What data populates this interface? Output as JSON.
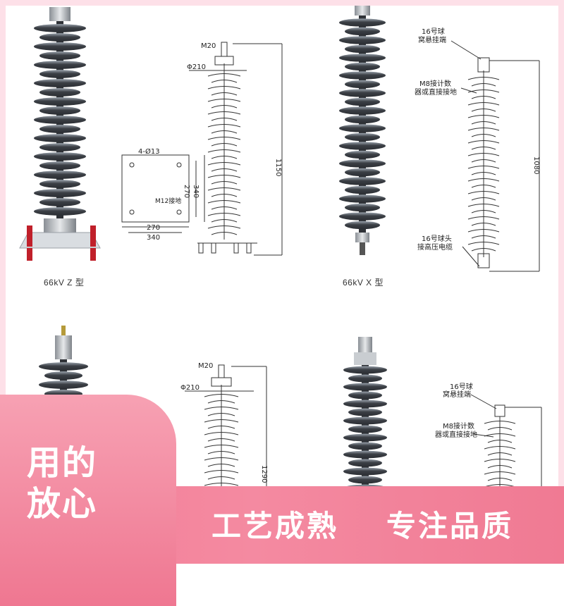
{
  "panels": {
    "top_left": {
      "model_label": "66kV Z 型",
      "dims": {
        "top_fitting": "M20",
        "shed_diameter": "Φ210",
        "height": "1150",
        "base_holes": "4-Ø13",
        "ground": "M12接地",
        "base_inner_v": "270",
        "base_outer_v": "340",
        "base_inner_h": "270",
        "base_outer_h": "340"
      }
    },
    "top_right": {
      "model_label": "66kV X 型",
      "dims": {
        "top_ball_line1": "16号球",
        "top_ball_line2": "窝悬挂端",
        "counter_line1": "M8接计数",
        "counter_line2": "器或直接接地",
        "height": "1080",
        "bottom_ball_line1": "16号球头",
        "bottom_ball_line2": "接高压电缆"
      }
    },
    "bottom_left": {
      "dims": {
        "top_fitting": "M20",
        "shed_diameter": "Φ210",
        "height": "1290"
      }
    },
    "bottom_right": {
      "dims": {
        "top_ball_line1": "16号球",
        "top_ball_line2": "窝悬挂端",
        "counter_line1": "M8接计数",
        "counter_line2": "器或直接接地"
      }
    }
  },
  "banner": {
    "bubble_line1": "用的",
    "bubble_line2": "放心",
    "slogan_left": "工艺成熟",
    "slogan_right": "专注品质"
  },
  "colors": {
    "frame": "#fde0e8",
    "band": "#f27d95",
    "shed_dark": "#3b3f45",
    "shed_light": "#9aa3ad"
  }
}
